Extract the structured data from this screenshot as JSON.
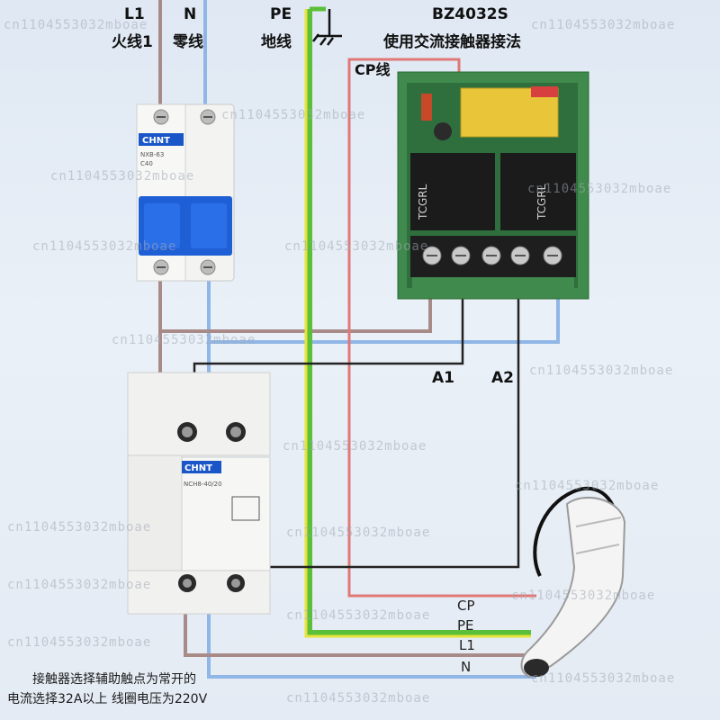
{
  "labels": {
    "l1": "L1",
    "l1_name": "火线1",
    "n": "N",
    "n_name": "零线",
    "pe": "PE",
    "pe_name": "地线",
    "model": "BZ4032S",
    "title": "使用交流接触器接法",
    "cp_wire": "CP线",
    "a1": "A1",
    "a2": "A2"
  },
  "plug_lines": {
    "cp": "CP",
    "pe": "PE",
    "l1": "L1",
    "n": "N"
  },
  "breaker": {
    "brand": "CHNT",
    "model": "NXB-63",
    "rating": "C40"
  },
  "contactor": {
    "brand": "CHNT",
    "model": "NCH8-40/20"
  },
  "relay_board": {
    "relay_brand": "TCGRL"
  },
  "notes": {
    "line1": "接触器选择辅助触点为常开的",
    "line2": "电流选择32A以上 线圈电压为220V"
  },
  "watermark": "cn1104553032mboae",
  "colors": {
    "live_wire": "#a88a88",
    "neutral_wire": "#8fb6e6",
    "earth_wire_green": "#5cbf3a",
    "earth_wire_yellow": "#e8e33a",
    "cp_wire": "#e07878",
    "control_wire": "#222222"
  }
}
